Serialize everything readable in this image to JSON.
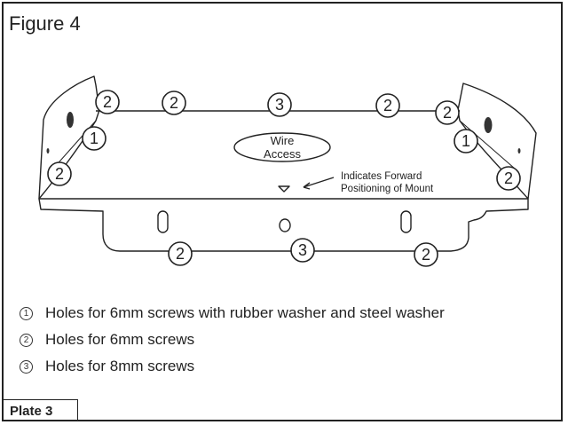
{
  "figure_title": "Figure 4",
  "plate_label": "Plate 3",
  "wire_access": {
    "line1": "Wire",
    "line2": "Access"
  },
  "forward_note": {
    "line1": "Indicates Forward",
    "line2": "Positioning of Mount"
  },
  "callouts": {
    "c1": "1",
    "c2": "2",
    "c3": "3"
  },
  "legend": [
    {
      "num": "1",
      "text": "Holes for 6mm screws with rubber washer and steel washer"
    },
    {
      "num": "2",
      "text": "Holes for 6mm screws"
    },
    {
      "num": "3",
      "text": "Holes for 8mm screws"
    }
  ]
}
